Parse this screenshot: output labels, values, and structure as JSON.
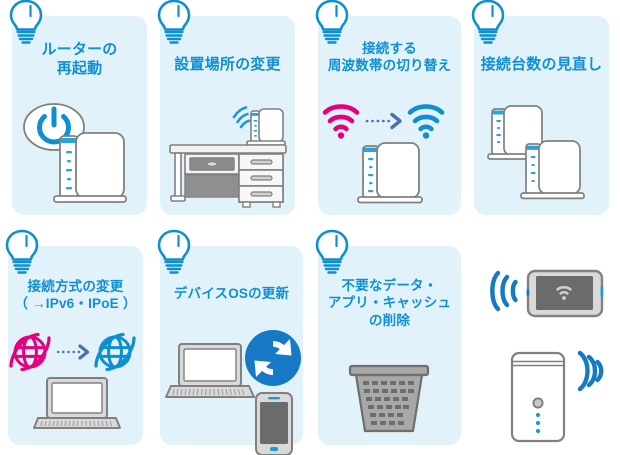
{
  "page": {
    "background_color": "#ffffff",
    "card_background_color": "#e2f2fb",
    "title_color": "#108fd2",
    "accent_blue": "#0d8fd0",
    "accent_pink": "#e6007e",
    "device_gray": "#808080"
  },
  "cards": [
    {
      "id": "router-restart",
      "title": "ルーターの\n再起動",
      "icon": "lightbulb-icon",
      "illustration": "router-with-power-button-speech-bubble"
    },
    {
      "id": "change-placement",
      "title": "設置場所の変更",
      "icon": "lightbulb-icon",
      "illustration": "desk-with-router-on-top"
    },
    {
      "id": "switch-frequency-band",
      "title": "接続する\n周波数帯の切り替え",
      "icon": "lightbulb-icon",
      "illustration": "pink-wifi-arrow-blue-wifi-router"
    },
    {
      "id": "review-device-count",
      "title": "接続台数の見直し",
      "icon": "lightbulb-icon",
      "illustration": "two-routers"
    },
    {
      "id": "change-connection-method",
      "title": "接続方式の変更\n（ →IPv6・IPoE ）",
      "icon": "lightbulb-icon",
      "illustration": "pink-globe-arrow-blue-globe-laptop"
    },
    {
      "id": "update-device-os",
      "title": "デバイスOSの更新",
      "icon": "lightbulb-icon",
      "illustration": "laptop-smartphone-refresh-badge"
    },
    {
      "id": "delete-unneeded-data",
      "title": "不要なデータ・\nアプリ・キャッシュ\nの削除",
      "icon": "lightbulb-icon",
      "illustration": "wastebasket"
    }
  ],
  "free_illustrations": [
    {
      "id": "tablet-wifi",
      "name": "tablet-with-wifi-signal"
    },
    {
      "id": "router-wifi",
      "name": "router-with-wifi-signal"
    }
  ]
}
